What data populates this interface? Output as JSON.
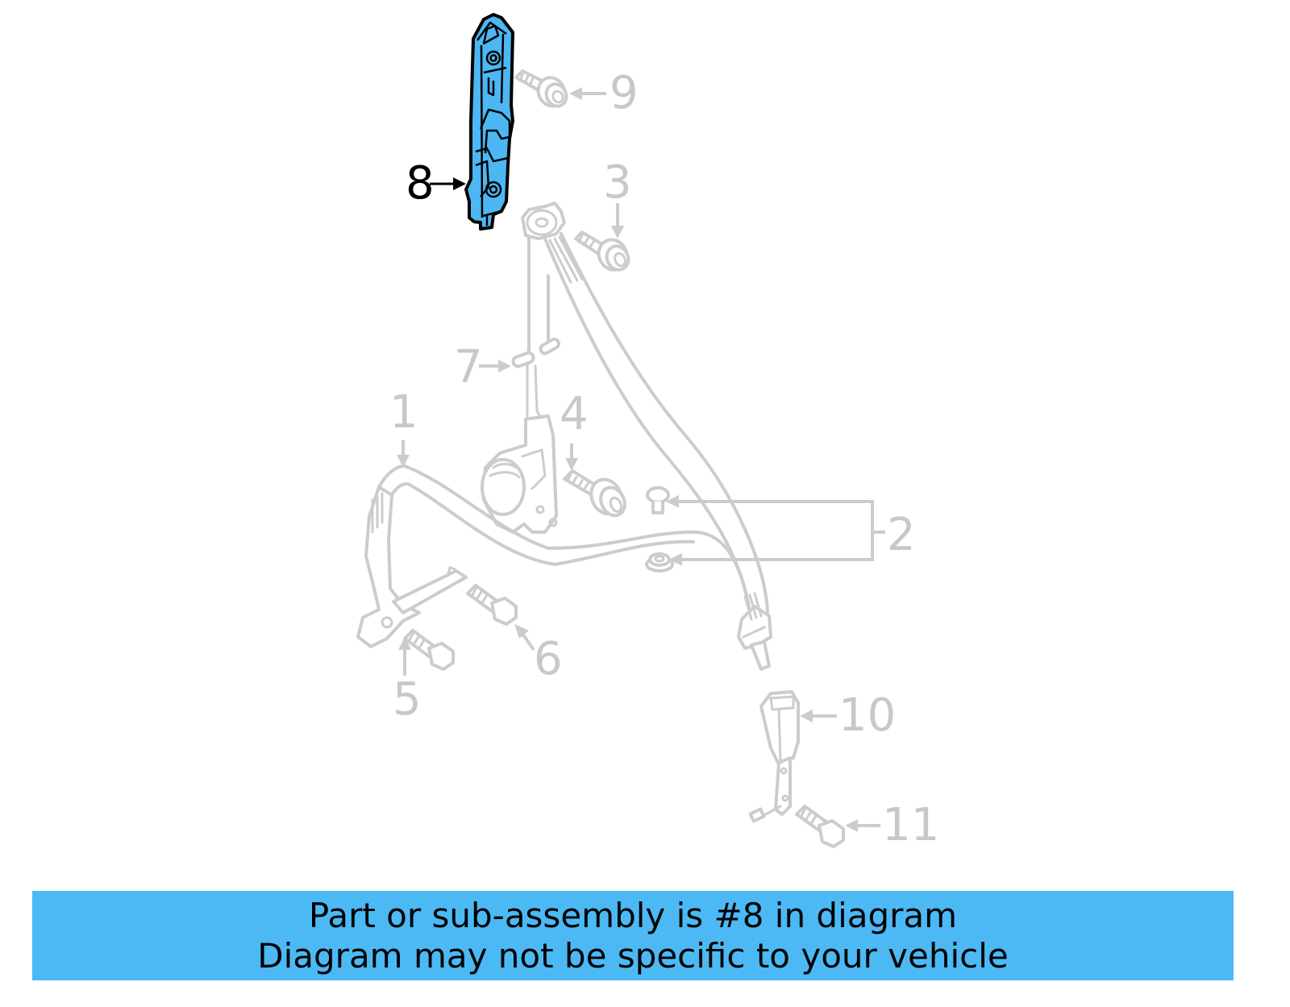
{
  "diagram": {
    "highlighted_part": "8",
    "highlight_color": "#4cb7f2",
    "callouts": [
      {
        "id": "1",
        "label": "1"
      },
      {
        "id": "2",
        "label": "2"
      },
      {
        "id": "3",
        "label": "3"
      },
      {
        "id": "4",
        "label": "4"
      },
      {
        "id": "5",
        "label": "5"
      },
      {
        "id": "6",
        "label": "6"
      },
      {
        "id": "7",
        "label": "7"
      },
      {
        "id": "8",
        "label": "8"
      },
      {
        "id": "9",
        "label": "9"
      },
      {
        "id": "10",
        "label": "10"
      },
      {
        "id": "11",
        "label": "11"
      }
    ]
  },
  "banner": {
    "line1": "Part or sub-assembly is #8 in diagram",
    "line2": "Diagram may not be specific to your vehicle",
    "background": "#4cb9f4"
  }
}
